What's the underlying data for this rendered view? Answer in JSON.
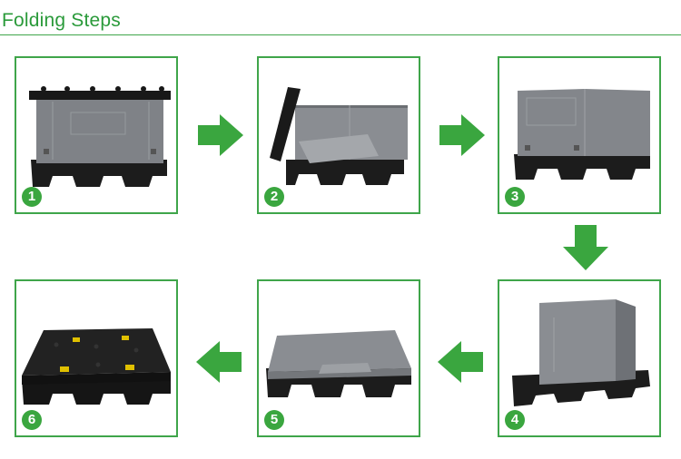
{
  "header": {
    "title": "Folding Steps"
  },
  "steps": [
    {
      "number": "1"
    },
    {
      "number": "2"
    },
    {
      "number": "3"
    },
    {
      "number": "4"
    },
    {
      "number": "5"
    },
    {
      "number": "6"
    }
  ],
  "colors": {
    "accent": "#3aa63f",
    "box_grey": "#7d8085",
    "pallet_black": "#1b1b1b"
  },
  "arrows": [
    {
      "direction": "right",
      "icon": "arrow-right-icon"
    },
    {
      "direction": "right",
      "icon": "arrow-right-icon"
    },
    {
      "direction": "down",
      "icon": "arrow-down-icon"
    },
    {
      "direction": "left",
      "icon": "arrow-left-icon"
    },
    {
      "direction": "left",
      "icon": "arrow-left-icon"
    }
  ]
}
